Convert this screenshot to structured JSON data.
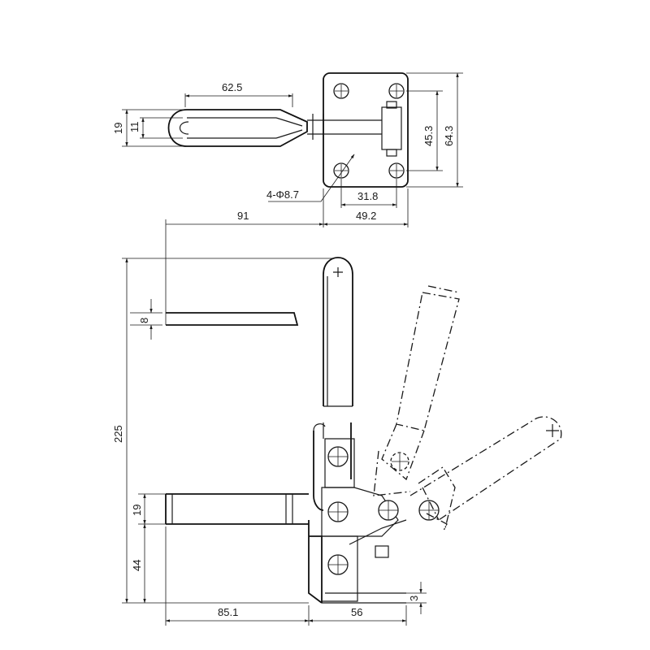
{
  "drawing": {
    "dimensions": {
      "handle_length": "62.5",
      "handle_width_outer": "19",
      "handle_width_inner": "11",
      "base_hole_spacing_v": "45.3",
      "base_height": "64.3",
      "hole_spec": "4-Φ8.7",
      "base_hole_spacing_h": "31.8",
      "reach": "91",
      "base_width": "49.2",
      "bar_thickness": "8",
      "overall_height": "225",
      "arm_height": "19",
      "pivot_height": "44",
      "arm_length": "85.1",
      "open_offset": "56",
      "base_plate_thickness": "3"
    }
  }
}
